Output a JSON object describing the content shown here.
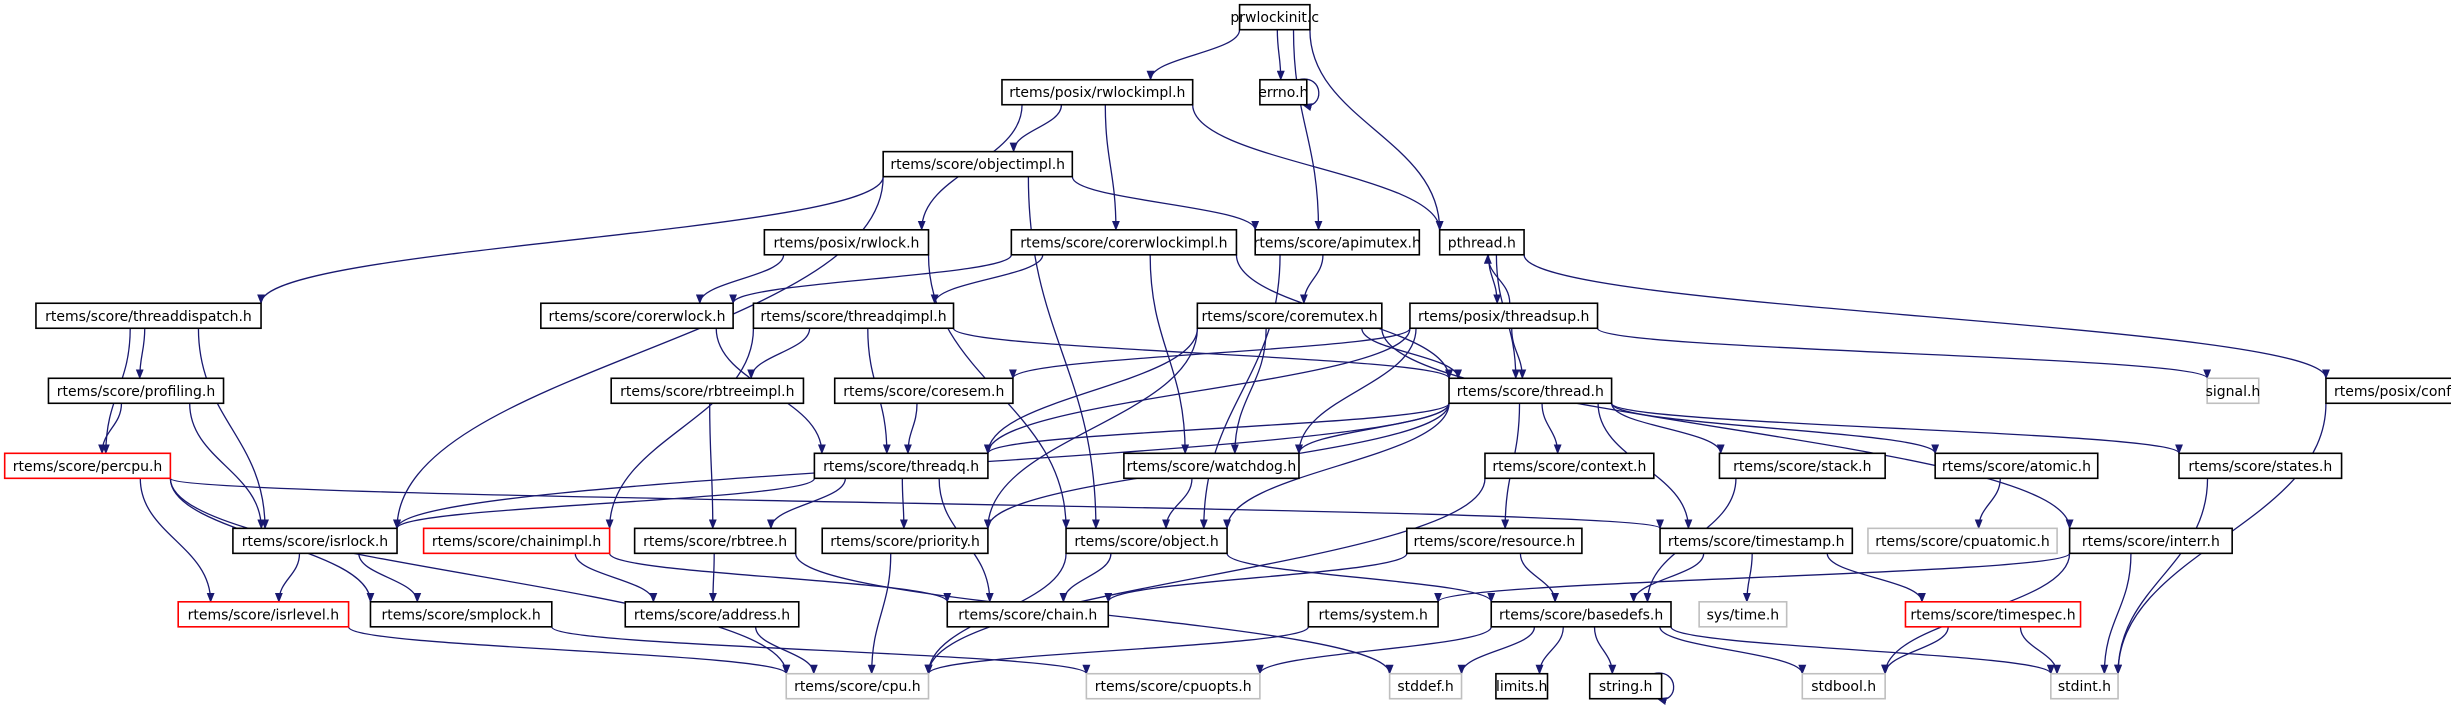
{
  "colors": {
    "edge": "#191970",
    "border_normal": "#000000",
    "border_truncated": "#ff0000",
    "border_external": "#bfbfbf",
    "root_fill": "#bfbfbf"
  },
  "graph": {
    "nodes": [
      {
        "id": "prwlockinit",
        "label": "prwlockinit.c",
        "style": "root"
      },
      {
        "id": "rwlockimpl",
        "label": "rtems/posix/rwlockimpl.h",
        "style": "normal"
      },
      {
        "id": "errno",
        "label": "errno.h",
        "style": "normal"
      },
      {
        "id": "objectimpl",
        "label": "rtems/score/objectimpl.h",
        "style": "normal"
      },
      {
        "id": "rwlock",
        "label": "rtems/posix/rwlock.h",
        "style": "normal"
      },
      {
        "id": "corerwlockimpl",
        "label": "rtems/score/corerwlockimpl.h",
        "style": "normal"
      },
      {
        "id": "apimutex",
        "label": "rtems/score/apimutex.h",
        "style": "normal"
      },
      {
        "id": "pthread",
        "label": "pthread.h",
        "style": "normal"
      },
      {
        "id": "threaddispatch",
        "label": "rtems/score/threaddispatch.h",
        "style": "normal"
      },
      {
        "id": "corerwlock",
        "label": "rtems/score/corerwlock.h",
        "style": "normal"
      },
      {
        "id": "threadqimpl",
        "label": "rtems/score/threadqimpl.h",
        "style": "normal"
      },
      {
        "id": "coremutex",
        "label": "rtems/score/coremutex.h",
        "style": "normal"
      },
      {
        "id": "threadsup",
        "label": "rtems/posix/threadsup.h",
        "style": "normal"
      },
      {
        "id": "profiling",
        "label": "rtems/score/profiling.h",
        "style": "normal"
      },
      {
        "id": "rbtreeimpl",
        "label": "rtems/score/rbtreeimpl.h",
        "style": "normal"
      },
      {
        "id": "coresem",
        "label": "rtems/score/coresem.h",
        "style": "normal"
      },
      {
        "id": "thread",
        "label": "rtems/score/thread.h",
        "style": "normal"
      },
      {
        "id": "signal",
        "label": "signal.h",
        "style": "external"
      },
      {
        "id": "config",
        "label": "rtems/posix/config.h",
        "style": "normal"
      },
      {
        "id": "percpu",
        "label": "rtems/score/percpu.h",
        "style": "truncated"
      },
      {
        "id": "threadq",
        "label": "rtems/score/threadq.h",
        "style": "normal"
      },
      {
        "id": "watchdog",
        "label": "rtems/score/watchdog.h",
        "style": "normal"
      },
      {
        "id": "context",
        "label": "rtems/score/context.h",
        "style": "normal"
      },
      {
        "id": "stack",
        "label": "rtems/score/stack.h",
        "style": "normal"
      },
      {
        "id": "atomic",
        "label": "rtems/score/atomic.h",
        "style": "normal"
      },
      {
        "id": "states",
        "label": "rtems/score/states.h",
        "style": "normal"
      },
      {
        "id": "isrlock",
        "label": "rtems/score/isrlock.h",
        "style": "normal"
      },
      {
        "id": "chainimpl",
        "label": "rtems/score/chainimpl.h",
        "style": "truncated"
      },
      {
        "id": "rbtree",
        "label": "rtems/score/rbtree.h",
        "style": "normal"
      },
      {
        "id": "priority",
        "label": "rtems/score/priority.h",
        "style": "normal"
      },
      {
        "id": "object",
        "label": "rtems/score/object.h",
        "style": "normal"
      },
      {
        "id": "resource",
        "label": "rtems/score/resource.h",
        "style": "normal"
      },
      {
        "id": "timestamp",
        "label": "rtems/score/timestamp.h",
        "style": "normal"
      },
      {
        "id": "cpuatomic",
        "label": "rtems/score/cpuatomic.h",
        "style": "external"
      },
      {
        "id": "interr",
        "label": "rtems/score/interr.h",
        "style": "normal"
      },
      {
        "id": "isrlevel",
        "label": "rtems/score/isrlevel.h",
        "style": "truncated"
      },
      {
        "id": "smplock",
        "label": "rtems/score/smplock.h",
        "style": "normal"
      },
      {
        "id": "address",
        "label": "rtems/score/address.h",
        "style": "normal"
      },
      {
        "id": "chain",
        "label": "rtems/score/chain.h",
        "style": "normal"
      },
      {
        "id": "system",
        "label": "rtems/system.h",
        "style": "normal"
      },
      {
        "id": "basedefs",
        "label": "rtems/score/basedefs.h",
        "style": "normal"
      },
      {
        "id": "systime",
        "label": "sys/time.h",
        "style": "external"
      },
      {
        "id": "timespec",
        "label": "rtems/score/timespec.h",
        "style": "truncated"
      },
      {
        "id": "cpu",
        "label": "rtems/score/cpu.h",
        "style": "external"
      },
      {
        "id": "cpuopts",
        "label": "rtems/score/cpuopts.h",
        "style": "external"
      },
      {
        "id": "stddef",
        "label": "stddef.h",
        "style": "external"
      },
      {
        "id": "limits",
        "label": "limits.h",
        "style": "normal"
      },
      {
        "id": "string",
        "label": "string.h",
        "style": "normal"
      },
      {
        "id": "stdbool",
        "label": "stdbool.h",
        "style": "external"
      },
      {
        "id": "stdint",
        "label": "stdint.h",
        "style": "external"
      }
    ],
    "edges": [
      [
        "prwlockinit",
        "rwlockimpl"
      ],
      [
        "prwlockinit",
        "errno"
      ],
      [
        "prwlockinit",
        "apimutex"
      ],
      [
        "prwlockinit",
        "pthread"
      ],
      [
        "errno",
        "errno"
      ],
      [
        "rwlockimpl",
        "objectimpl"
      ],
      [
        "rwlockimpl",
        "rwlock"
      ],
      [
        "rwlockimpl",
        "corerwlockimpl"
      ],
      [
        "rwlockimpl",
        "pthread"
      ],
      [
        "objectimpl",
        "threaddispatch"
      ],
      [
        "objectimpl",
        "isrlock"
      ],
      [
        "objectimpl",
        "object"
      ],
      [
        "objectimpl",
        "apimutex"
      ],
      [
        "rwlock",
        "corerwlock"
      ],
      [
        "rwlock",
        "object"
      ],
      [
        "corerwlockimpl",
        "corerwlock"
      ],
      [
        "corerwlockimpl",
        "threadqimpl"
      ],
      [
        "corerwlockimpl",
        "watchdog"
      ],
      [
        "corerwlockimpl",
        "thread"
      ],
      [
        "apimutex",
        "coremutex"
      ],
      [
        "apimutex",
        "object"
      ],
      [
        "pthread",
        "threadsup"
      ],
      [
        "pthread",
        "thread"
      ],
      [
        "pthread",
        "config"
      ],
      [
        "threadsup",
        "pthread"
      ],
      [
        "threadsup",
        "thread"
      ],
      [
        "threadsup",
        "watchdog"
      ],
      [
        "threadsup",
        "threadq"
      ],
      [
        "threadsup",
        "coresem"
      ],
      [
        "threadsup",
        "signal"
      ],
      [
        "threaddispatch",
        "profiling"
      ],
      [
        "threaddispatch",
        "percpu"
      ],
      [
        "threaddispatch",
        "isrlock"
      ],
      [
        "corerwlock",
        "threadq"
      ],
      [
        "threadqimpl",
        "threadq"
      ],
      [
        "threadqimpl",
        "rbtreeimpl"
      ],
      [
        "threadqimpl",
        "chainimpl"
      ],
      [
        "threadqimpl",
        "thread"
      ],
      [
        "coremutex",
        "threadq"
      ],
      [
        "coremutex",
        "watchdog"
      ],
      [
        "coremutex",
        "thread"
      ],
      [
        "coremutex",
        "priority"
      ],
      [
        "coremutex",
        "interr"
      ],
      [
        "profiling",
        "percpu"
      ],
      [
        "profiling",
        "isrlock"
      ],
      [
        "rbtreeimpl",
        "rbtree"
      ],
      [
        "coresem",
        "threadq"
      ],
      [
        "thread",
        "threadq"
      ],
      [
        "thread",
        "watchdog"
      ],
      [
        "thread",
        "context"
      ],
      [
        "thread",
        "stack"
      ],
      [
        "thread",
        "atomic"
      ],
      [
        "thread",
        "states"
      ],
      [
        "thread",
        "isrlock"
      ],
      [
        "thread",
        "object"
      ],
      [
        "thread",
        "resource"
      ],
      [
        "thread",
        "timestamp"
      ],
      [
        "thread",
        "priority"
      ],
      [
        "config",
        "stdint"
      ],
      [
        "percpu",
        "isrlevel"
      ],
      [
        "percpu",
        "smplock"
      ],
      [
        "percpu",
        "cpu"
      ],
      [
        "percpu",
        "timestamp"
      ],
      [
        "threadq",
        "isrlock"
      ],
      [
        "threadq",
        "rbtree"
      ],
      [
        "threadq",
        "priority"
      ],
      [
        "threadq",
        "chain"
      ],
      [
        "watchdog",
        "object"
      ],
      [
        "context",
        "cpu"
      ],
      [
        "stack",
        "basedefs"
      ],
      [
        "atomic",
        "cpuatomic"
      ],
      [
        "states",
        "stdint"
      ],
      [
        "isrlock",
        "isrlevel"
      ],
      [
        "isrlock",
        "smplock"
      ],
      [
        "chainimpl",
        "address"
      ],
      [
        "chainimpl",
        "chain"
      ],
      [
        "rbtree",
        "address"
      ],
      [
        "rbtree",
        "stddef"
      ],
      [
        "priority",
        "cpu"
      ],
      [
        "object",
        "chain"
      ],
      [
        "object",
        "cpu"
      ],
      [
        "object",
        "basedefs"
      ],
      [
        "resource",
        "chain"
      ],
      [
        "resource",
        "basedefs"
      ],
      [
        "timestamp",
        "basedefs"
      ],
      [
        "timestamp",
        "systime"
      ],
      [
        "timestamp",
        "timespec"
      ],
      [
        "interr",
        "system"
      ],
      [
        "interr",
        "stdbool"
      ],
      [
        "interr",
        "stdint"
      ],
      [
        "isrlevel",
        "cpu"
      ],
      [
        "smplock",
        "cpuopts"
      ],
      [
        "address",
        "cpu"
      ],
      [
        "system",
        "cpu"
      ],
      [
        "basedefs",
        "cpuopts"
      ],
      [
        "basedefs",
        "stddef"
      ],
      [
        "basedefs",
        "limits"
      ],
      [
        "basedefs",
        "string"
      ],
      [
        "basedefs",
        "stdbool"
      ],
      [
        "basedefs",
        "stdint"
      ],
      [
        "string",
        "string"
      ],
      [
        "timespec",
        "stdbool"
      ],
      [
        "timespec",
        "stdint"
      ]
    ]
  }
}
